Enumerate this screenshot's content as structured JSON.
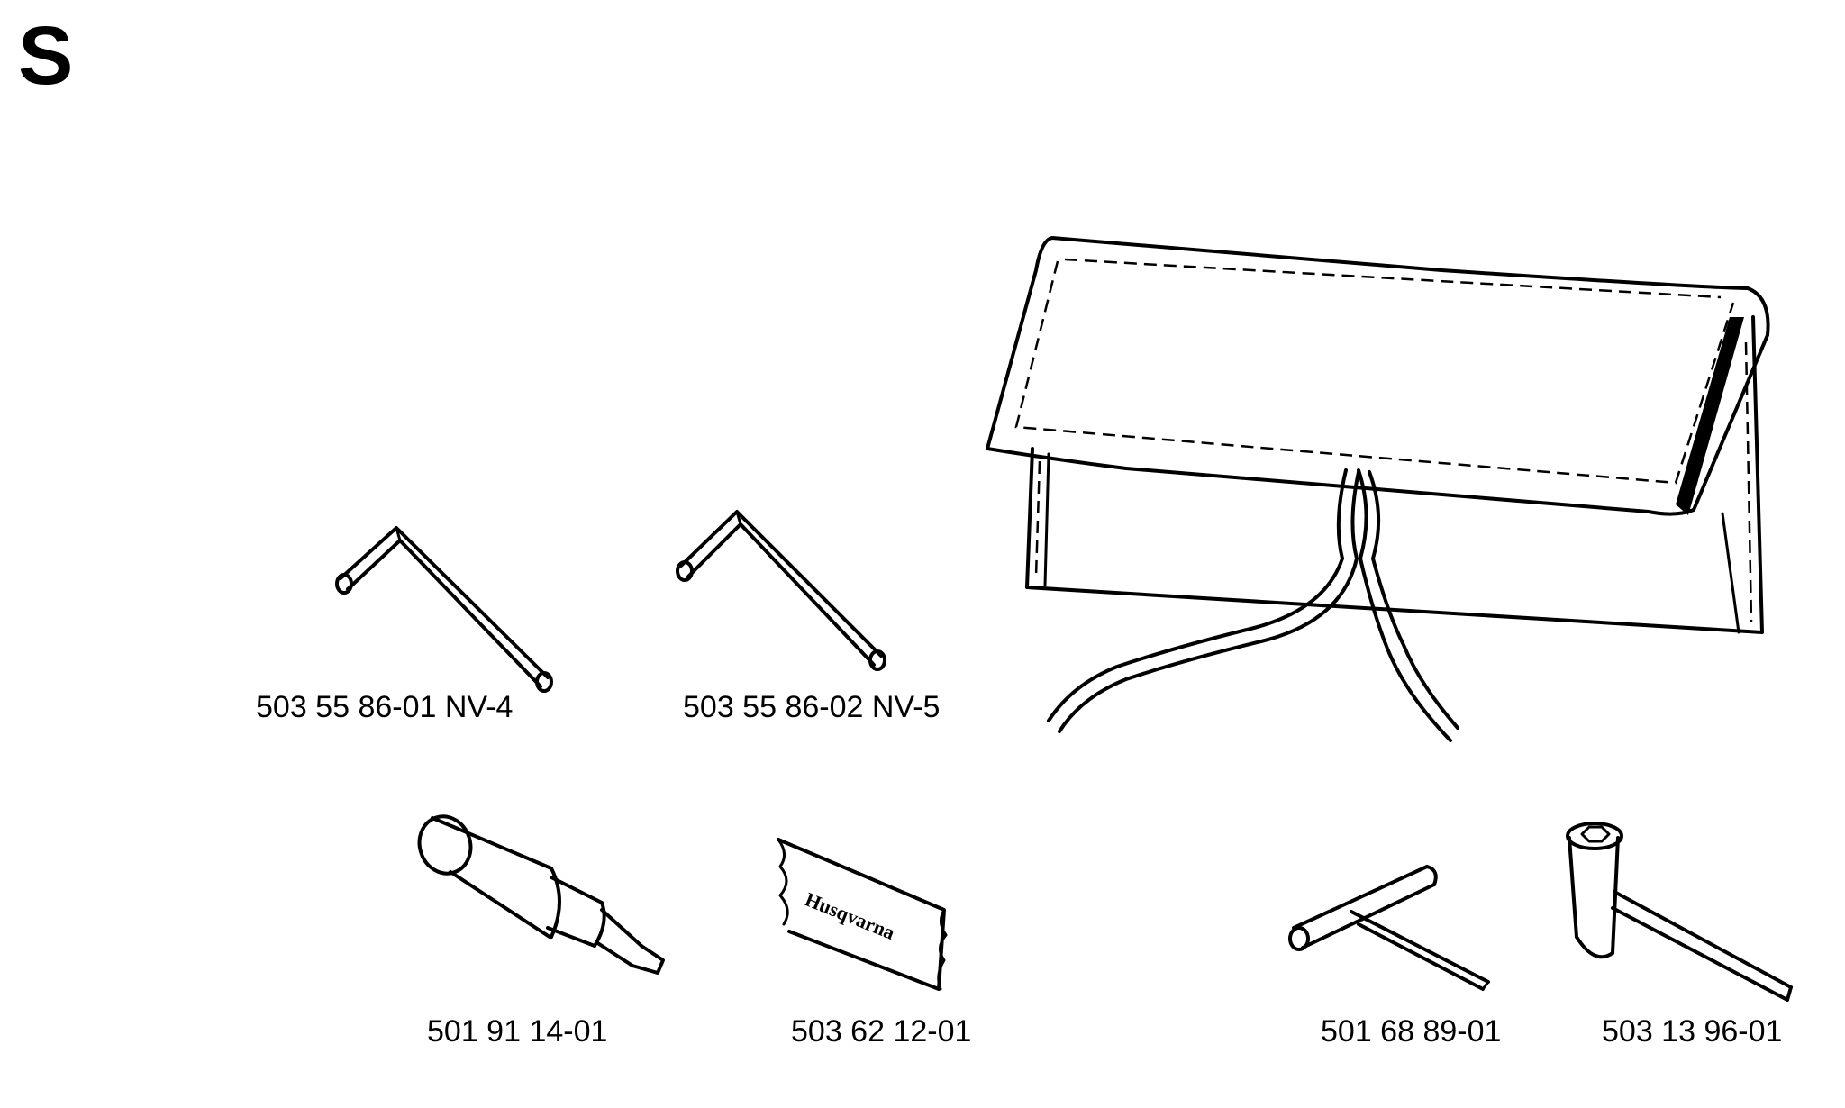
{
  "section_letter": "S",
  "parts": [
    {
      "id": "hex-key-4",
      "number": "503 55 86-01 NV-4"
    },
    {
      "id": "hex-key-5",
      "number": "503 55 86-02 NV-5"
    },
    {
      "id": "tool-pin",
      "number": "501 91 14-01"
    },
    {
      "id": "grease-tube",
      "number": "503 62 12-01"
    },
    {
      "id": "t-wrench",
      "number": "501 68 89-01"
    },
    {
      "id": "spark-plug-wrench",
      "number": "503 13 96-01"
    }
  ],
  "tube_brand_text": "Husqvarna"
}
